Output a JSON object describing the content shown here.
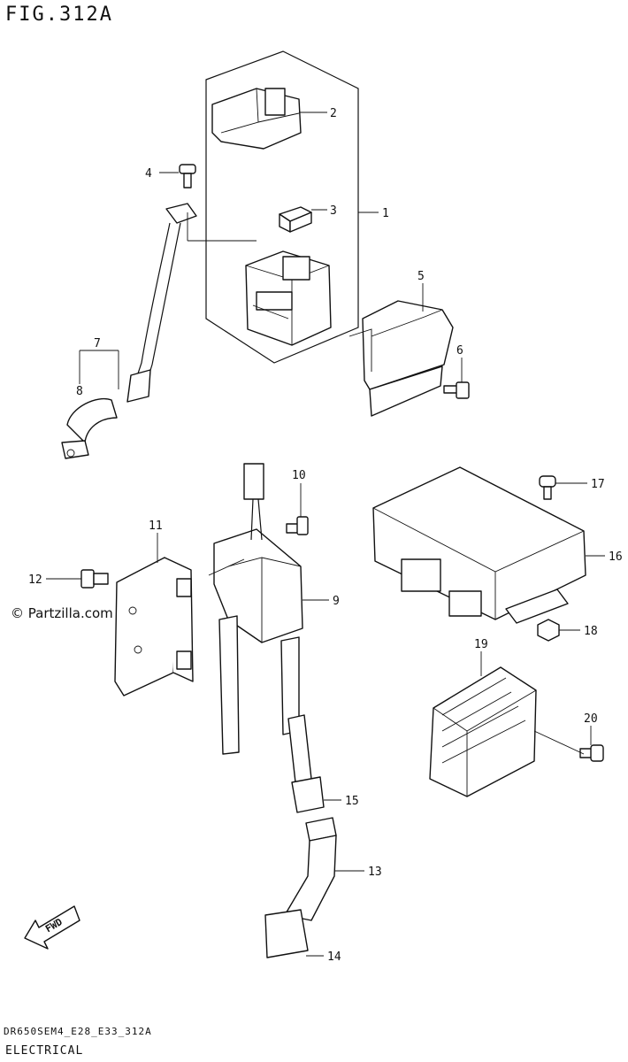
{
  "figure": {
    "title": "FIG.312A",
    "model_code": "DR650SEM4_E28_E33_312A",
    "category": "ELECTRICAL",
    "watermark": "© Partzilla.com",
    "fwd_label": "FWD"
  },
  "callouts": [
    "1",
    "2",
    "3",
    "4",
    "5",
    "6",
    "7",
    "8",
    "9",
    "10",
    "11",
    "12",
    "13",
    "14",
    "15",
    "16",
    "17",
    "18",
    "19",
    "20"
  ]
}
